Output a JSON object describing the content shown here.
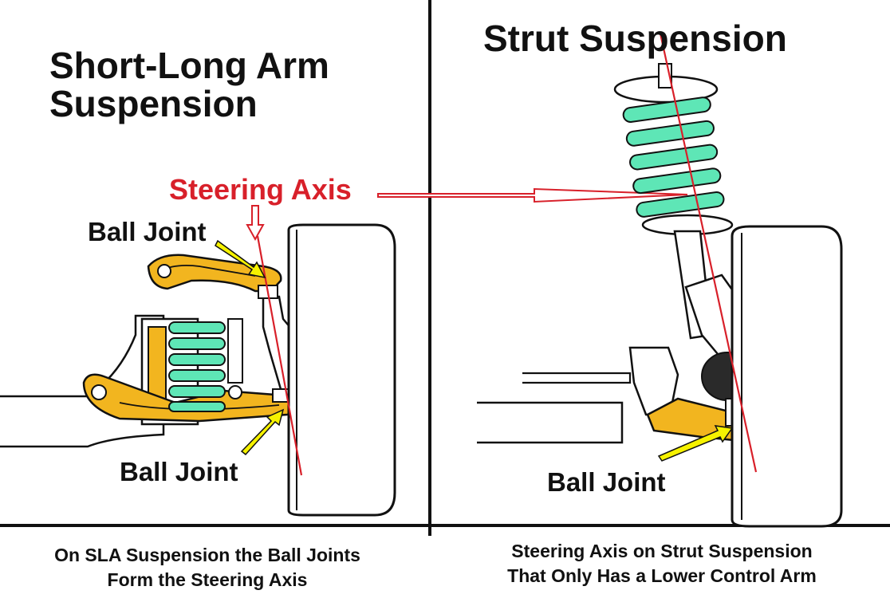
{
  "left_panel": {
    "title_line1": "Short-Long Arm",
    "title_line2": "Suspension",
    "upper_ball_joint_label": "Ball Joint",
    "lower_ball_joint_label": "Ball Joint",
    "caption_line1": "On SLA Suspension the Ball Joints",
    "caption_line2": "Form the Steering Axis"
  },
  "right_panel": {
    "title": "Strut Suspension",
    "ball_joint_label": "Ball Joint",
    "caption_line1": "Steering Axis on Strut Suspension",
    "caption_line2": "That Only Has a Lower Control Arm"
  },
  "steering_axis_label": "Steering Axis",
  "colors": {
    "steering_axis": "#d8202a",
    "control_arm": "#f2b51f",
    "coil_spring": "#5ee6b6",
    "pointer_arrow": "#f6f200",
    "line_art": "#111111",
    "boot": "#2a2a2a"
  }
}
